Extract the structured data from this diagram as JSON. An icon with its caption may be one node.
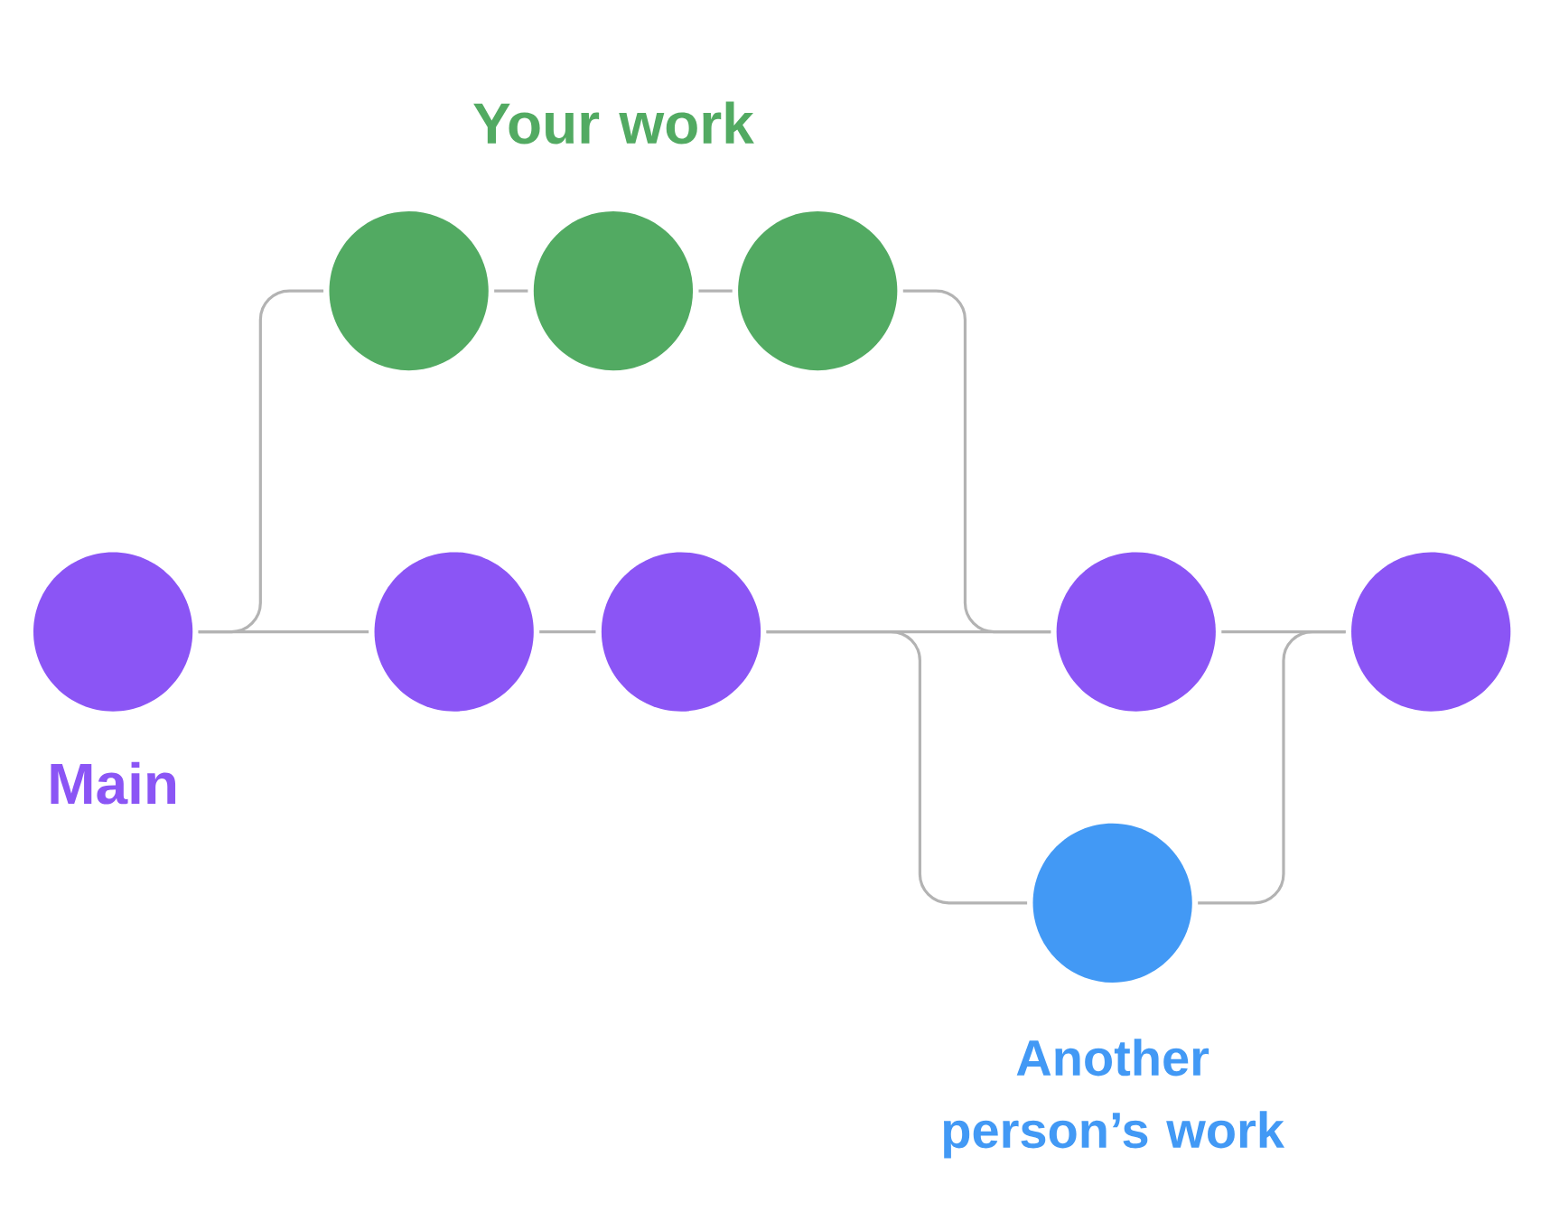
{
  "diagram": {
    "nodes": [
      {
        "text": [],
        "shape": "circle"
      },
      {
        "text": [],
        "shape": "circle"
      },
      {
        "text": [],
        "shape": "circle"
      },
      {
        "text": [],
        "shape": "circle"
      },
      {
        "text": [],
        "shape": "circle"
      },
      {
        "text": [],
        "shape": "circle"
      },
      {
        "text": [],
        "shape": "circle"
      },
      {
        "text": [],
        "shape": "circle"
      },
      {
        "text": [],
        "shape": "circle"
      }
    ],
    "edges": [
      {
        "from": 3,
        "to": 0,
        "arrow": "none"
      },
      {
        "from": 0,
        "to": 1,
        "arrow": "none"
      },
      {
        "from": 1,
        "to": 2,
        "arrow": "none"
      },
      {
        "from": 2,
        "to": 6,
        "arrow": "none"
      },
      {
        "from": 3,
        "to": 4,
        "arrow": "none"
      },
      {
        "from": 4,
        "to": 5,
        "arrow": "none"
      },
      {
        "from": 5,
        "to": 6,
        "arrow": "none"
      },
      {
        "from": 5,
        "to": 8,
        "arrow": "none"
      },
      {
        "from": 8,
        "to": 7,
        "arrow": "none"
      },
      {
        "from": 6,
        "to": 7,
        "arrow": "none"
      }
    ],
    "labels": [
      "Your work",
      "Main",
      "Another person’s work"
    ]
  }
}
